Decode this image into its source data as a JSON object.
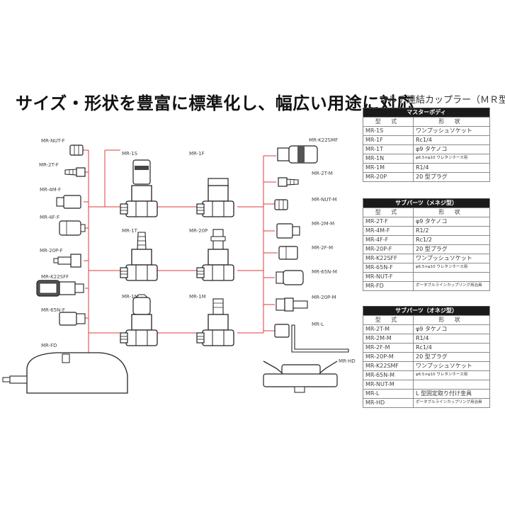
{
  "headline": "サイズ・形状を豊富に標準化し、幅広い用途に対応",
  "table_caption": "マルチ連結カップラー（ＭＲ型）",
  "diagram_labels": {
    "mr_nut_f": "MR-NUT-F",
    "mr_2t_f": "MR-2T-F",
    "mr_4m_f": "MR-4M-F",
    "mr_4f_f": "MR-4F-F",
    "mr_20p_f": "MR-20P-F",
    "mr_k22sff": "MR-K22SFF",
    "mr_65n_f": "MR-65N-F",
    "mr_fd": "MR-FD",
    "mr_1s": "MR-1S",
    "mr_1f": "MR-1F",
    "mr_1t": "MR-1T",
    "mr_20p": "MR-20P",
    "mr_1n": "MR-1N",
    "mr_1m": "MR-1M",
    "mr_k22smf": "MR-K22SMF",
    "mr_2t_m": "MR-2T-M",
    "mr_nut_m": "MR-NUT-M",
    "mr_2m_m": "MR-2M-M",
    "mr_2f_m": "MR-2F-M",
    "mr_65n_m": "MR-65N-M",
    "mr_20p_m": "MR-20P-M",
    "mr_l": "MR-L",
    "mr_hd": "MR-HD"
  },
  "column_headers": {
    "model": "型 式",
    "name": "形 状"
  },
  "tables": [
    {
      "section": "マスターボディ",
      "rows": [
        {
          "model": "MR-1S",
          "name": "ワンプッシュソケット"
        },
        {
          "model": "MR-1F",
          "name": "Rc1/4"
        },
        {
          "model": "MR-1T",
          "name": "φ9 タケノコ"
        },
        {
          "model": "MR-1N",
          "name": "φ6.5×φ10 ウレタンホース用"
        },
        {
          "model": "MR-1M",
          "name": "R1/4"
        },
        {
          "model": "MR-20P",
          "name": "20 型プラグ"
        }
      ]
    },
    {
      "section": "サブパーツ（メネジ型）",
      "rows": [
        {
          "model": "MR-2T-F",
          "name": "φ9 タケノコ"
        },
        {
          "model": "MR-4M-F",
          "name": "R1/2"
        },
        {
          "model": "MR-4F-F",
          "name": "Rc1/2"
        },
        {
          "model": "MR-20P-F",
          "name": "20 型プラグ"
        },
        {
          "model": "MR-K22SFF",
          "name": "ワンプッシュソケット"
        },
        {
          "model": "MR-65N-F",
          "name": "φ6.5×φ10 ウレタンホース用"
        },
        {
          "model": "MR-NUT-F",
          "name": ""
        },
        {
          "model": "MR-FD",
          "name": "ポータブルラインカップリング用治具"
        }
      ]
    },
    {
      "section": "サブパーツ（オネジ型）",
      "rows": [
        {
          "model": "MR-2T-M",
          "name": "φ9 タケノコ"
        },
        {
          "model": "MR-2M-M",
          "name": "R1/4"
        },
        {
          "model": "MR-2F-M",
          "name": "Rc1/4"
        },
        {
          "model": "MR-20P-M",
          "name": "20 型プラグ"
        },
        {
          "model": "MR-K22SMF",
          "name": "ワンプッシュソケット"
        },
        {
          "model": "MR-65N-M",
          "name": "φ6.5×φ10 ウレタンホース用"
        },
        {
          "model": "MR-NUT-M",
          "name": ""
        },
        {
          "model": "MR-L",
          "name": "L 型固定取り付け金具"
        },
        {
          "model": "MR-HD",
          "name": "ポータブルラインカップリング用治具"
        }
      ]
    }
  ],
  "colors": {
    "connector_line": "#e23b3b",
    "section_bg": "#1a1a1a",
    "part_fill": "#ffffff",
    "part_stroke": "#222222"
  }
}
